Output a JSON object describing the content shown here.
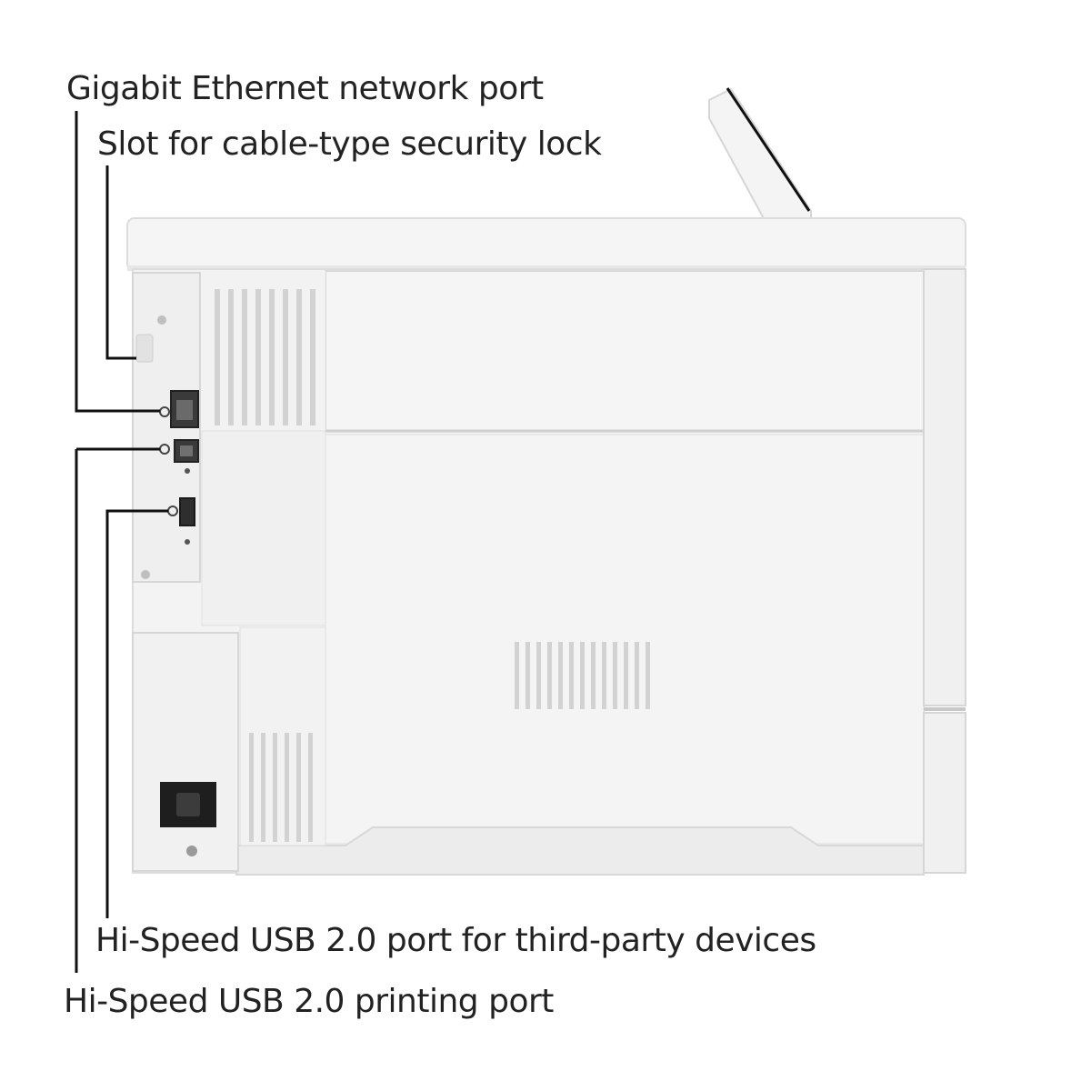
{
  "callouts": {
    "ethernet_port": "Gigabit Ethernet network port",
    "security_lock_slot": "Slot for cable-type security lock",
    "usb_third_party": "Hi-Speed USB 2.0 port for third-party devices",
    "usb_printing": "Hi-Speed USB 2.0 printing port"
  },
  "colors": {
    "printer_body": "#f2f2f2",
    "printer_shadow": "#dcdcdc",
    "leader_line": "#111111",
    "label_text": "#222222"
  }
}
